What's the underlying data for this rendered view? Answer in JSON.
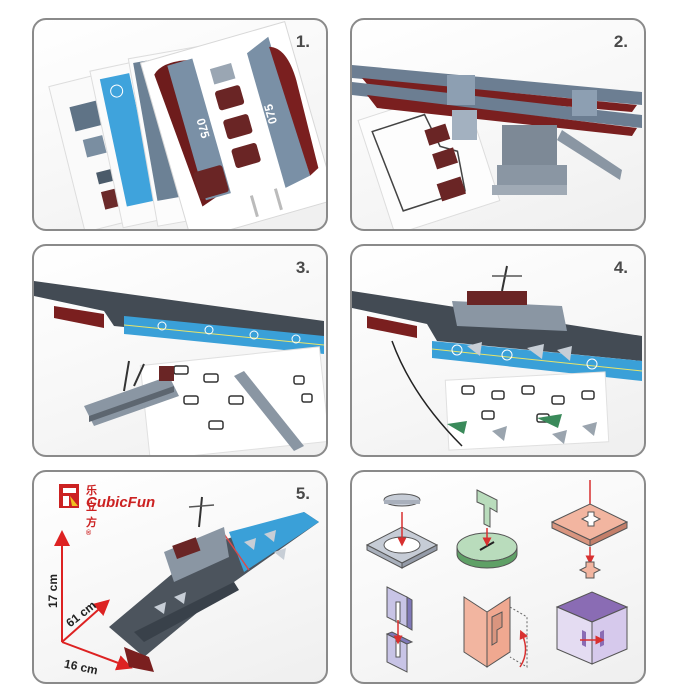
{
  "panels": [
    {
      "step": "1.",
      "caption": "Printed foam-board sheets with aircraft carrier hull parts (hull number 075)"
    },
    {
      "step": "2.",
      "caption": "Hull side walls assembled with interior frames"
    },
    {
      "step": "3.",
      "caption": "Flight deck attached, island superstructure parts on sheets"
    },
    {
      "step": "4.",
      "caption": "Island installed on deck, aircraft and helicopters beside model"
    },
    {
      "step": "5.",
      "caption": "Completed aircraft carrier model"
    },
    {
      "step": "",
      "caption": "Assembly technique diagrams"
    }
  ],
  "brand": {
    "name_cn": "乐立方",
    "name_en": "CubicFun",
    "registered": "®",
    "color": "#cc2222"
  },
  "dimensions": {
    "height": "17 cm",
    "length": "61 cm",
    "width": "16 cm",
    "arrow_color": "#dd2222"
  },
  "hull_number": "075",
  "colors": {
    "panel_border": "#8a8a8a",
    "hull_gray": "#6b7c8f",
    "hull_red": "#7a1f1f",
    "deck_dark": "#3f474f",
    "deck_blue": "#3aa0d8",
    "diagram_gray": "#c6ccd6",
    "diagram_green": "#b9dcbc",
    "diagram_salmon": "#f2b5a0",
    "diagram_purple": "#b9a6dc"
  }
}
